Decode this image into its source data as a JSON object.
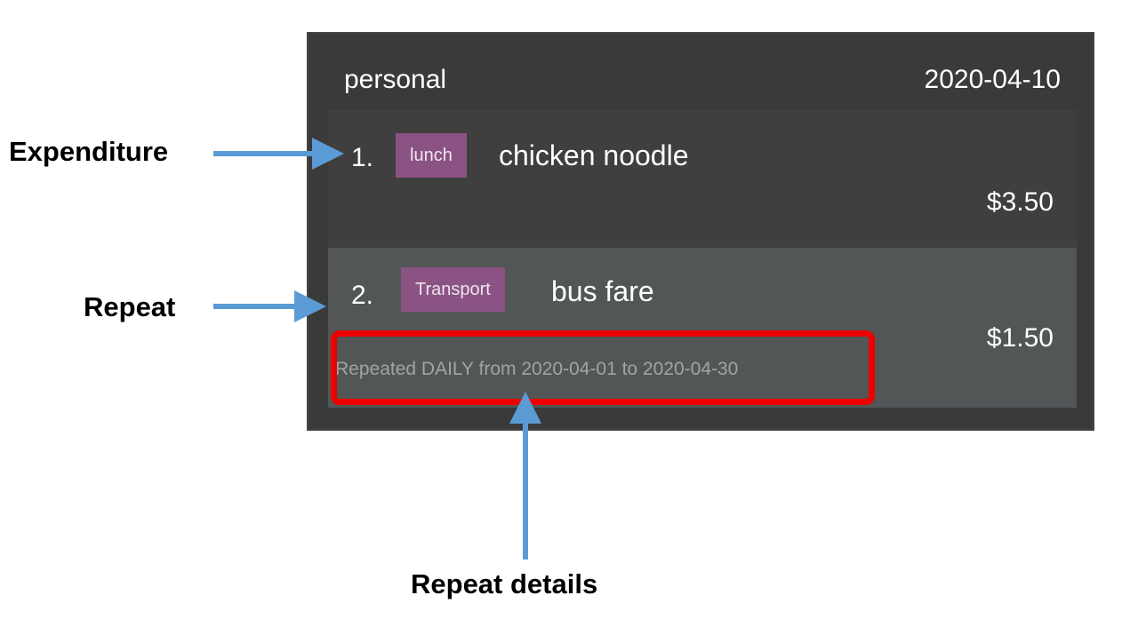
{
  "panel": {
    "account_name": "personal",
    "date": "2020-04-10"
  },
  "expenditures": [
    {
      "index": "1.",
      "tag": "lunch",
      "description": "chicken noodle",
      "amount": "$3.50"
    },
    {
      "index": "2.",
      "tag": "Transport",
      "description": "bus fare",
      "amount": "$1.50",
      "repeat_details": "Repeated DAILY from 2020-04-01 to 2020-04-30"
    }
  ],
  "annotations": {
    "expenditure": "Expenditure",
    "repeat": "Repeat",
    "repeat_details": "Repeat details"
  },
  "colors": {
    "panel_bg": "#3a3a3a",
    "row_bg": "#3f3f3f",
    "selected_row_bg": "#525657",
    "tag_bg": "#8a5383",
    "arrow": "#5b9bd5",
    "highlight": "#ee0000"
  }
}
